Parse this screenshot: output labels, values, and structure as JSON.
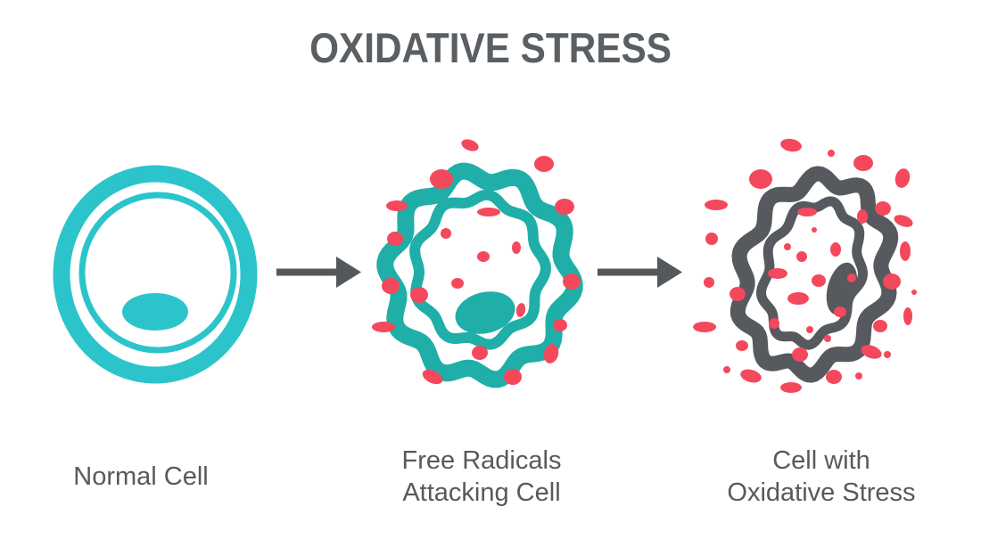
{
  "title": "OXIDATIVE STRESS",
  "stages": [
    {
      "name": "normal-cell",
      "label_lines": [
        "Normal Cell"
      ]
    },
    {
      "name": "free-radicals-attacking-cell",
      "label_lines": [
        "Free Radicals",
        "Attacking Cell"
      ]
    },
    {
      "name": "cell-with-oxidative-stress",
      "label_lines": [
        "Cell with",
        "Oxidative Stress"
      ]
    }
  ],
  "colors": {
    "background": "#ffffff",
    "title_text": "#5a5f63",
    "label_text": "#58595b",
    "normal_cell_teal": "#2bc4cb",
    "attacked_cell_teal": "#1fafa8",
    "free_radical_red": "#f4485c",
    "stressed_cell_gray": "#565a5e",
    "arrow_gray": "#54585c"
  }
}
